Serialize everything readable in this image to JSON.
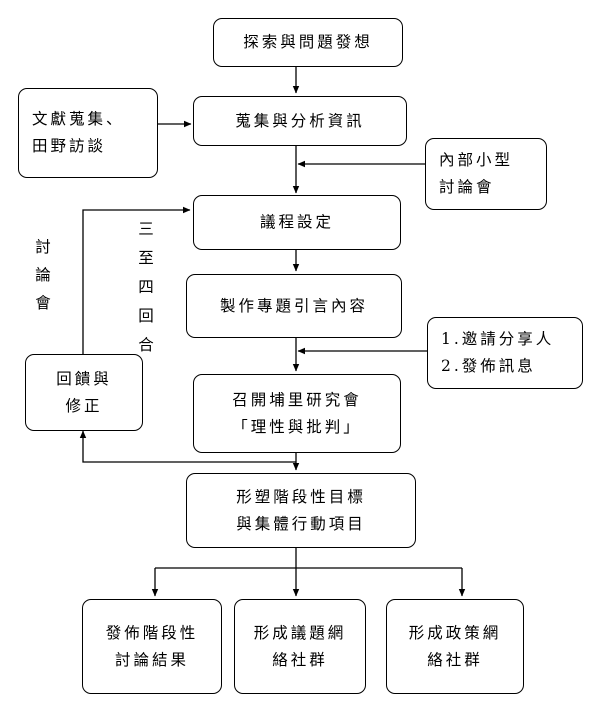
{
  "nodes": {
    "explore": {
      "line1": "探索與問題發想"
    },
    "literature": {
      "line1": "文獻蒐集、",
      "line2": "田野訪談"
    },
    "collect": {
      "line1": "蒐集與分析資訊"
    },
    "internal": {
      "line1": "內部小型",
      "line2": "討論會"
    },
    "agenda": {
      "line1": "議程設定"
    },
    "intro": {
      "line1": "製作專題引言內容"
    },
    "invite": {
      "line1": "1.邀請分享人",
      "line2": "2.發佈訊息"
    },
    "feedback": {
      "line1": "回饋與",
      "line2": "修正"
    },
    "convene": {
      "line1": "召開埔里研究會",
      "line2": "「理性與批判」"
    },
    "goals": {
      "line1": "形塑階段性目標",
      "line2": "與集體行動項目"
    },
    "publish": {
      "line1": "發佈階段性",
      "line2": "討論結果"
    },
    "issue_net": {
      "line1": "形成議題網",
      "line2": "絡社群"
    },
    "policy_net": {
      "line1": "形成政策網",
      "line2": "絡社群"
    }
  },
  "labels": {
    "discussion": [
      "討",
      "論",
      "會"
    ],
    "rounds": [
      "三",
      "至",
      "四",
      "回",
      "合"
    ]
  },
  "colors": {
    "line": "#000000",
    "box_fill": "#ffffff"
  }
}
